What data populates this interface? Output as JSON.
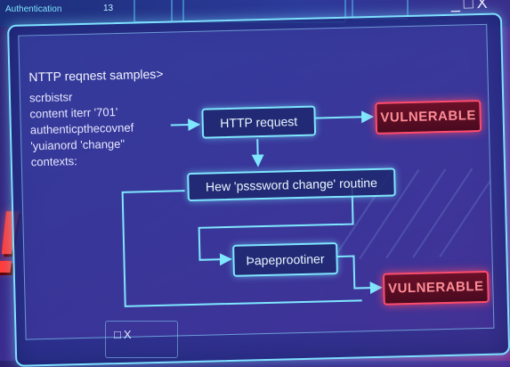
{
  "background": {
    "top_label": "Authentication",
    "top_count": "13"
  },
  "window": {
    "controls": "_□X"
  },
  "samples": {
    "title": "NTTP reqnest samples>",
    "lines": [
      "scrbistsr",
      "content iterr '701'",
      "authenticpthecovnef",
      "'yuianord 'change\"",
      "contexts:"
    ]
  },
  "flow": {
    "http_request": "HTTP request",
    "routine": "Hew 'psssword change' routine",
    "processor": "Þapeprootiner",
    "vulnerable_top": "VULNERABLE",
    "vulnerable_bottom": "VULNERABLE",
    "arrow_accent": "#7fe7ff",
    "vuln_accent": "#ff4b6a"
  },
  "sub_window": {
    "controls": "□X"
  }
}
